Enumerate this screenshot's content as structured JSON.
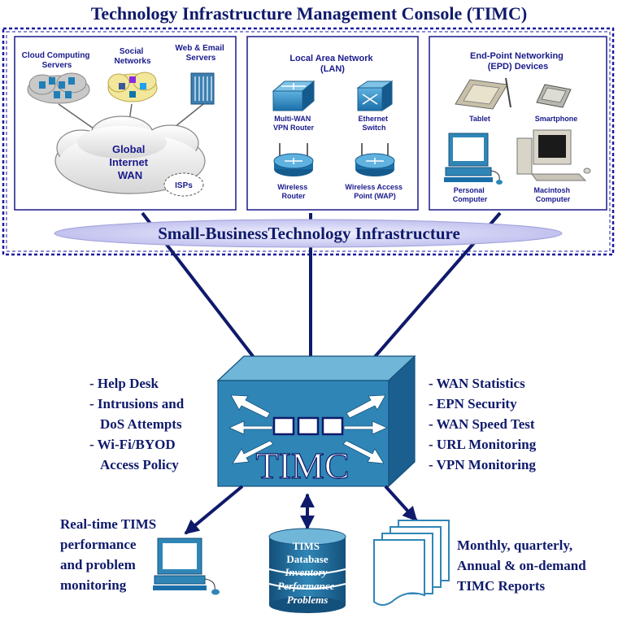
{
  "title": "Technology Infrastructure Management Console (TIMC)",
  "infra": {
    "banner": "Small-BusinessTechnology Infrastructure",
    "wan_panel": {
      "cloud_servers": [
        "Cloud Computing",
        "Servers"
      ],
      "social_networks": [
        "Social",
        "Networks"
      ],
      "web_email": [
        "Web & Email",
        "Servers"
      ],
      "global_internet": [
        "Global",
        "Internet",
        "WAN"
      ],
      "isps": "ISPs"
    },
    "lan_panel": {
      "title": [
        "Local Area Network",
        "(LAN)"
      ],
      "vpn_router": [
        "Multi-WAN",
        "VPN Router"
      ],
      "ethernet_switch": [
        "Ethernet",
        "Switch"
      ],
      "wireless_router": [
        "Wireless",
        "Router"
      ],
      "wap": [
        "Wireless Access",
        "Point (WAP)"
      ]
    },
    "epd_panel": {
      "title": [
        "End-Point Networking",
        "(EPD) Devices"
      ],
      "tablet": "Tablet",
      "smartphone": "Smartphone",
      "pc": [
        "Personal",
        "Computer"
      ],
      "mac": [
        "Macintosh",
        "Computer"
      ]
    }
  },
  "console": {
    "label": "TIMC",
    "left_list": [
      "- Help Desk",
      "- Intrusions and",
      "DoS Attempts",
      "- Wi-Fi/BYOD",
      "Access Policy"
    ],
    "right_list": [
      "- WAN Statistics",
      "- EPN Security",
      "- WAN Speed Test",
      "- URL Monitoring",
      "- VPN Monitoring"
    ]
  },
  "outputs": {
    "monitoring": [
      "Real-time TIMS",
      "performance",
      "and problem",
      "monitoring"
    ],
    "database": {
      "title": [
        "TIMS",
        "Database"
      ],
      "items": [
        "Inventory",
        "Performance",
        "Problems"
      ]
    },
    "reports": [
      "Monthly, quarterly,",
      "Annual & on-demand",
      "TIMC Reports"
    ]
  },
  "colors": {
    "navy": "#0f1a6b",
    "console_blue": "#2f86b6",
    "console_light": "#6fb6d9",
    "device_blue": "#1f7fb8",
    "banner": "#c8c8f0"
  }
}
